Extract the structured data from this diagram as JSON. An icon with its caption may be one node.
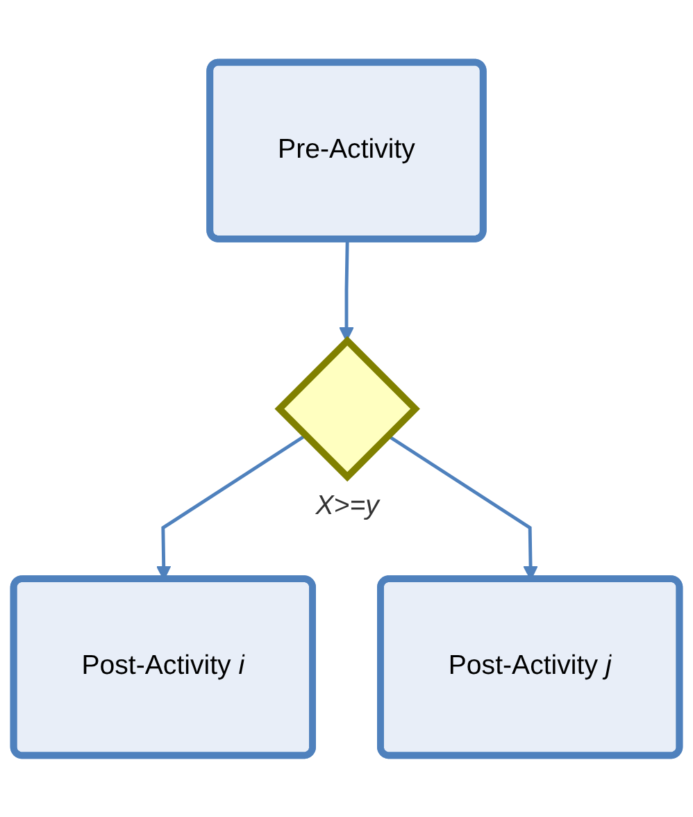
{
  "diagram": {
    "nodes": [
      {
        "text": [
          "Pre-Activity"
        ]
      },
      {
        "text": [],
        "shape": "diamond",
        "beside": [
          "X>=y"
        ]
      },
      {
        "text": [
          "Post-Activity *i*"
        ]
      },
      {
        "text": [
          "Post-Activity *j*"
        ]
      }
    ],
    "edges": [
      {
        "from": 0,
        "to": 1,
        "arrow": "to"
      },
      {
        "from": 1,
        "to": 2,
        "arrow": "to"
      },
      {
        "from": 1,
        "to": 3,
        "arrow": "to"
      }
    ]
  }
}
